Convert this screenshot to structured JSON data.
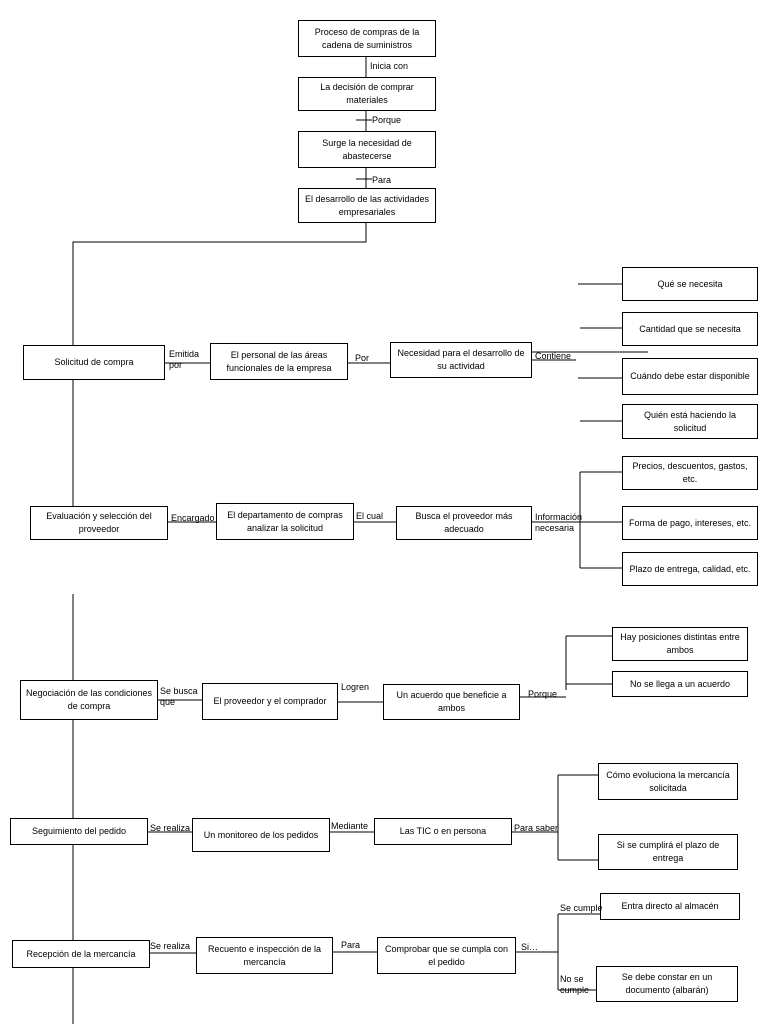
{
  "nodes": {
    "n1": "Proceso de compras de la cadena de suministros",
    "n2": "La decisión de comprar materiales",
    "n3": "Surge la necesidad de abastecerse",
    "n4": "El desarrollo de las actividades empresariales",
    "s1": "Solicitud de compra",
    "s1b": "El personal de las áreas funcionales de la empresa",
    "s1c": "Necesidad para el desarrollo de su actividad",
    "s1d1": "Qué se necesita",
    "s1d2": "Cantidad que se necesita",
    "s1d3": "Cuándo debe estar disponible",
    "s1d4": "Quién está haciendo la solicitud",
    "s2": "Evaluación y selección del proveedor",
    "s2b": "El departamento de compras analizar la solicitud",
    "s2c": "Busca el proveedor más adecuado",
    "s2d1": "Precios, descuentos, gastos, etc.",
    "s2d2": "Forma de pago, intereses, etc.",
    "s2d3": "Plazo de entrega, calidad, etc.",
    "s3": "Negociación de las condiciones de compra",
    "s3b": "El proveedor y el comprador",
    "s3c": "Un acuerdo que beneficie a ambos",
    "s3d1": "Hay posiciones distintas entre ambos",
    "s3d2": "No se llega a un acuerdo",
    "s4": "Seguimiento del pedido",
    "s4b": "Un monitoreo de los pedidos",
    "s4c": "Las TIC o en persona",
    "s4d1": "Cómo evoluciona la mercancía solicitada",
    "s4d2": "Si se cumplirá el plazo de entrega",
    "s5": "Recepción de la mercancía",
    "s5b": "Recuento e inspección de la mercancía",
    "s5c": "Comprobar que se cumpla con el pedido",
    "s5d1": "Entra directo al almacén",
    "s5d2": "Se debe constar en un documento (albarán)"
  },
  "labels": {
    "inicia": "Inicia con",
    "porque1": "Porque",
    "para1": "Para",
    "emitida": "Emitida\npor",
    "por": "Por",
    "contiene": "Contiene",
    "encargado": "Encargado",
    "elcual": "El cual",
    "info": "Información\nnecesaria",
    "sebusca": "Se busca\nque",
    "logren": "Logren",
    "porque2": "Porque",
    "serealiza1": "Se realiza",
    "mediante": "Mediante",
    "parasaber": "Para saber",
    "serealiza2": "Se realiza",
    "para2": "Para",
    "si": "Si…",
    "secumple": "Se cumple",
    "nosecumple": "No se\ncumple"
  }
}
